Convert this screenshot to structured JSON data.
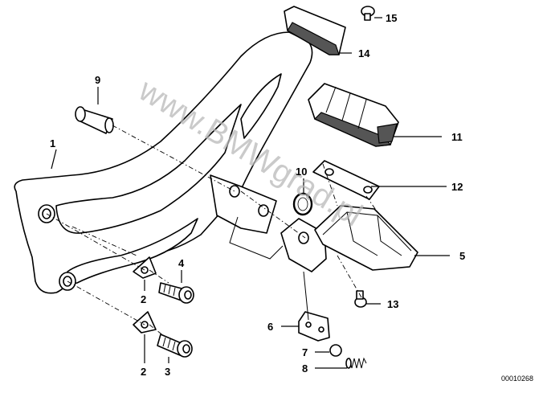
{
  "watermark": "www.BMWgrad.pl",
  "document_number": "00010268",
  "callouts": [
    {
      "id": "1",
      "label": "1"
    },
    {
      "id": "2a",
      "label": "2"
    },
    {
      "id": "2b",
      "label": "2"
    },
    {
      "id": "3",
      "label": "3"
    },
    {
      "id": "4",
      "label": "4"
    },
    {
      "id": "5",
      "label": "5"
    },
    {
      "id": "6",
      "label": "6"
    },
    {
      "id": "7",
      "label": "7"
    },
    {
      "id": "8",
      "label": "8"
    },
    {
      "id": "9",
      "label": "9"
    },
    {
      "id": "10",
      "label": "10"
    },
    {
      "id": "11",
      "label": "11"
    },
    {
      "id": "12",
      "label": "12"
    },
    {
      "id": "13",
      "label": "13"
    },
    {
      "id": "14",
      "label": "14"
    },
    {
      "id": "15",
      "label": "15"
    }
  ]
}
